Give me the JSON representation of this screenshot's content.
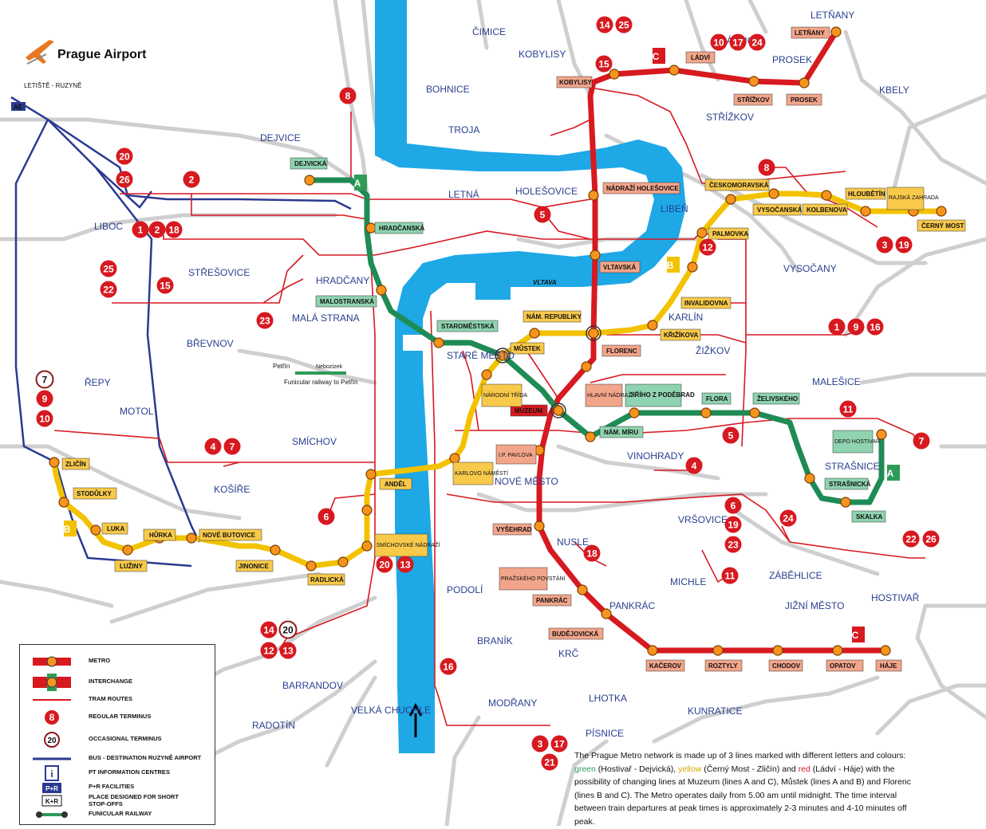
{
  "header": {
    "airport_title": "Prague Airport"
  },
  "colors": {
    "green": "#2e9b57",
    "yellow": "#f2c200",
    "red": "#d71920",
    "tram": "#d71920",
    "bus": "#2b3a8f",
    "river": "#1ea8e6",
    "road": "#cfcfcf",
    "station_box_green": "#8fd3b0",
    "station_box_yellow": "#f8c94a",
    "station_box_red": "#f2a58a"
  },
  "districts": [
    "DEJVICE",
    "BOHNICE",
    "TROJA",
    "ČIMICE",
    "KOBYLISY",
    "ĎÁBLICE",
    "PROSEK",
    "LETŇANY",
    "STŘÍŽKOV",
    "KBELY",
    "LETNÁ",
    "HOLEŠOVICE",
    "LIBEŇ",
    "LIBOC",
    "STŘEŠOVICE",
    "HRADČANY",
    "MALÁ STRANA",
    "BŘEVNOV",
    "ŘEPY",
    "MOTOL",
    "STARÉ MĚSTO",
    "KARLÍN",
    "ŽIŽKOV",
    "VYSOČANY",
    "MALEŠICE",
    "SMÍCHOV",
    "KOŠÍŘE",
    "NOVÉ MĚSTO",
    "VINOHRADY",
    "STRAŠNICE",
    "VRŠOVICE",
    "NUSLE",
    "PODOLÍ",
    "MICHLE",
    "ZÁBĚHLICE",
    "HOSTIVAŘ",
    "PANKRÁC",
    "JIŽNÍ MĚSTO",
    "BRANÍK",
    "KRČ",
    "LHOTKA",
    "KUNRATICE",
    "MODŘANY",
    "PÍSNICE",
    "BARRANDOV",
    "RADOTÍN",
    "VELKÁ CHUCHLE"
  ],
  "metro": {
    "A": [
      "DEJVICKÁ",
      "HRADČANSKÁ",
      "MALOSTRANSKÁ",
      "STAROMĚSTSKÁ",
      "MŮSTEK",
      "MUZEUM",
      "NÁM. MÍRU",
      "JIŘÍHO Z PODĚBRAD",
      "FLORA",
      "ŽELIVSKÉHO",
      "STRAŠNICKÁ",
      "SKALKA",
      "DEPO HOSTIVAŘ"
    ],
    "B": [
      "ČERNÝ MOST",
      "RAJSKÁ ZAHRADA",
      "HLOUBĚTÍN",
      "KOLBENOVA",
      "VYSOČANSKÁ",
      "ČESKOMORAVSKÁ",
      "PALMOVKA",
      "INVALIDOVNA",
      "KŘIŽÍKOVA",
      "FLORENC",
      "NÁM. REPUBLIKY",
      "MŮSTEK",
      "NÁRODNÍ TŘÍDA",
      "KARLOVO NÁMĚSTÍ",
      "ANDĚL",
      "SMÍCHOVSKÉ NÁDRAŽÍ",
      "RADLICKÁ",
      "JINONICE",
      "NOVÉ BUTOVICE",
      "HŮRKA",
      "LUŽINY",
      "LUKA",
      "STODŮLKY",
      "ZLIČÍN"
    ],
    "C": [
      "LETŇANY",
      "PROSEK",
      "STŘÍŽKOV",
      "LÁDVÍ",
      "KOBYLISY",
      "NÁDRAŽÍ HOLEŠOVICE",
      "VLTAVSKÁ",
      "FLORENC",
      "HLAVNÍ NÁDRAŽÍ",
      "MUZEUM",
      "I.P. PAVLOVA",
      "VYŠEHRAD",
      "PRAŽSKÉHO POVSTÁNÍ",
      "PANKRÁC",
      "BUDĚJOVICKÁ",
      "KAČEROV",
      "ROZTYLY",
      "CHODOV",
      "OPATOV",
      "HÁJE"
    ]
  },
  "line_letters": {
    "a1": "A",
    "a2": "A",
    "b1": "B",
    "b2": "B",
    "c1": "C",
    "c2": "C"
  },
  "extra_labels": {
    "vltava": "VLTAVA",
    "funicular": "Funicular railway to Petřín",
    "petrin": "Petřín",
    "nebozizek": "Nebozízek",
    "airport_stop": "LETIŠTĚ - RUZYNĚ",
    "ae": "AE"
  },
  "legend": {
    "metro": "METRO",
    "interchange": "INTERCHANGE",
    "tram_routes": "TRAM ROUTES",
    "regular_terminus": "REGULAR TERMINUS",
    "occasional_terminus": "OCCASIONAL TERMINUS",
    "bus_airport": "BUS - DESTINATION RUZYNĚ AIRPORT",
    "pt_info": "PT INFORMATION CENTRES",
    "pr": "P+R FACILITIES",
    "kr": "PLACE DESIGNED FOR SHORT STOP-OFFS",
    "funicular": "FUNICULAR RAILWAY",
    "badge_8": "8",
    "badge_20": "20",
    "pr_label": "P+R",
    "kr_label": "K+R",
    "i_label": "i"
  },
  "note": {
    "p1": "The Prague Metro network is made up of 3 lines marked with different letters and colours: ",
    "green": "green",
    "p2": " (Hostivař - Dejvická), ",
    "yellow": "yellow",
    "p3": " (Černý Most - Zličín) and ",
    "red": "red",
    "p4": " (Ládví - Háje) with the possibility of changing lines at Muzeum (lines A and C), Můstek (lines A and B) and Florenc (lines B and C). The Metro operates daily from 5.00 am until midnight. The time interval between train departures at peak times is approximately 2-3 minutes and 4-10 minutes off peak."
  },
  "termini": [
    {
      "n": "14"
    },
    {
      "n": "25"
    },
    {
      "n": "15"
    },
    {
      "n": "10"
    },
    {
      "n": "17"
    },
    {
      "n": "24"
    },
    {
      "n": "8"
    },
    {
      "n": "20"
    },
    {
      "n": "26"
    },
    {
      "n": "2"
    },
    {
      "n": "5"
    },
    {
      "n": "1"
    },
    {
      "n": "2"
    },
    {
      "n": "18"
    },
    {
      "n": "25"
    },
    {
      "n": "22"
    },
    {
      "n": "15"
    },
    {
      "n": "23"
    },
    {
      "n": "8"
    },
    {
      "n": "12"
    },
    {
      "n": "3"
    },
    {
      "n": "19"
    },
    {
      "n": "1"
    },
    {
      "n": "9"
    },
    {
      "n": "16"
    },
    {
      "n": "11"
    },
    {
      "n": "7"
    },
    {
      "n": "5"
    },
    {
      "n": "4"
    },
    {
      "n": "4"
    },
    {
      "n": "7"
    },
    {
      "n": "9"
    },
    {
      "n": "10"
    },
    {
      "n": "6"
    },
    {
      "n": "20"
    },
    {
      "n": "13"
    },
    {
      "n": "14"
    },
    {
      "n": "12"
    },
    {
      "n": "13"
    },
    {
      "n": "6"
    },
    {
      "n": "19"
    },
    {
      "n": "23"
    },
    {
      "n": "24"
    },
    {
      "n": "22"
    },
    {
      "n": "26"
    },
    {
      "n": "18"
    },
    {
      "n": "11"
    },
    {
      "n": "16"
    },
    {
      "n": "3"
    },
    {
      "n": "17"
    },
    {
      "n": "21"
    }
  ],
  "occasional_termini": [
    {
      "n": "7"
    },
    {
      "n": "20"
    }
  ]
}
